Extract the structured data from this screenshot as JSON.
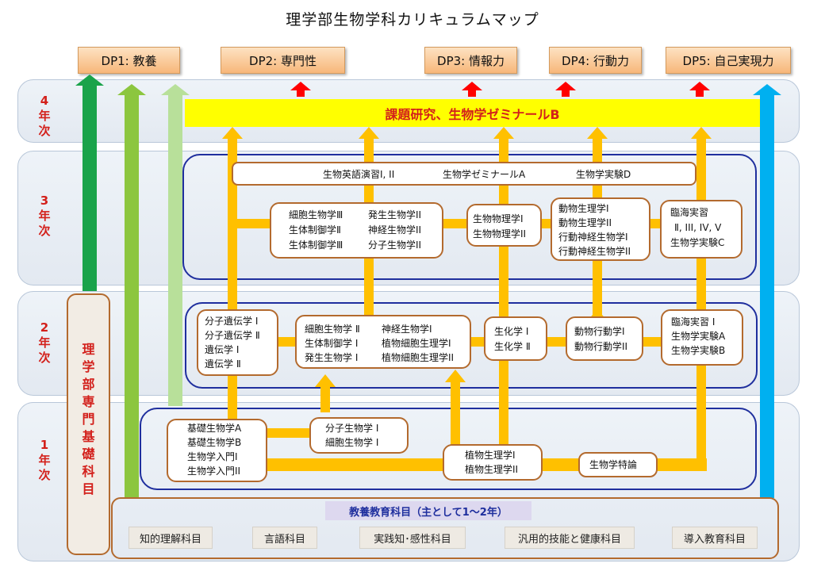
{
  "title": "理学部生物学科カリキュラムマップ",
  "dp": [
    "DP1: 教養",
    "DP2: 専門性",
    "DP3: 情報力",
    "DP4: 行動力",
    "DP5: 自己実現力"
  ],
  "years": [
    "4\n年\n次",
    "3\n年\n次",
    "2\n年\n次",
    "1\n年\n次"
  ],
  "y4_banner": "課題研究、生物学ゼミナールB",
  "y3": {
    "top_row": [
      "生物英語演習I, II",
      "生物学ゼミナールA",
      "生物学実験D"
    ],
    "cell_bio_block": [
      "細胞生物学Ⅲ",
      "発生生物学II",
      "生体制御学Ⅱ",
      "神経生物学II",
      "生体制御学Ⅲ",
      "分子生物学II"
    ],
    "biophysics": [
      "生物物理学I",
      "生物物理学II"
    ],
    "animal_phys": [
      "動物生理学I",
      "動物生理学II",
      "行動神経生物学I",
      "行動神経生物学II"
    ],
    "marine": [
      "臨海実習",
      "Ⅱ, III, IV, V",
      "生物学実験C"
    ]
  },
  "y2": {
    "genetics": [
      "分子遺伝学 I",
      "分子遺伝学 Ⅱ",
      "遺伝学 I",
      "遺伝学 Ⅱ"
    ],
    "cell_bio_block": [
      "細胞生物学 Ⅱ",
      "神経生物学I",
      "生体制御学 I",
      "植物細胞生理学I",
      "発生生物学 I",
      "植物細胞生理学II"
    ],
    "biochem": [
      "生化学 I",
      "生化学 Ⅱ"
    ],
    "behavior": [
      "動物行動学I",
      "動物行動学II"
    ],
    "marine": [
      "臨海実習 I",
      "生物学実験A",
      "生物学実験B"
    ]
  },
  "y1": {
    "basic": [
      "基礎生物学A",
      "基礎生物学B",
      "生物学入門I",
      "生物学入門II"
    ],
    "molecular": [
      "分子生物学 I",
      "細胞生物学 I"
    ],
    "plant_phys": [
      "植物生理学I",
      "植物生理学II"
    ],
    "special": "生物学特論"
  },
  "foundation_label": "理\n学\n部\n専\n門\n基\n礎\n科\n目",
  "general_ed": {
    "title": "教養教育科目（主として1～2年）",
    "items": [
      "知的理解科目",
      "言語科目",
      "実践知･感性科目",
      "汎用的技能と健康科目",
      "導入教育科目"
    ]
  },
  "colors": {
    "yellow_path": "#ffc000",
    "banner": "#ffff00",
    "red_text": "#d3201b",
    "arrow_dark_green": "#1aa34a",
    "arrow_mid_green": "#8cc63f",
    "arrow_light_green": "#b8e09a",
    "arrow_cyan": "#00b0f0",
    "arrow_red": "#ff0000",
    "box_border": "#b36a2e",
    "blue_border": "#1f2f9e"
  }
}
